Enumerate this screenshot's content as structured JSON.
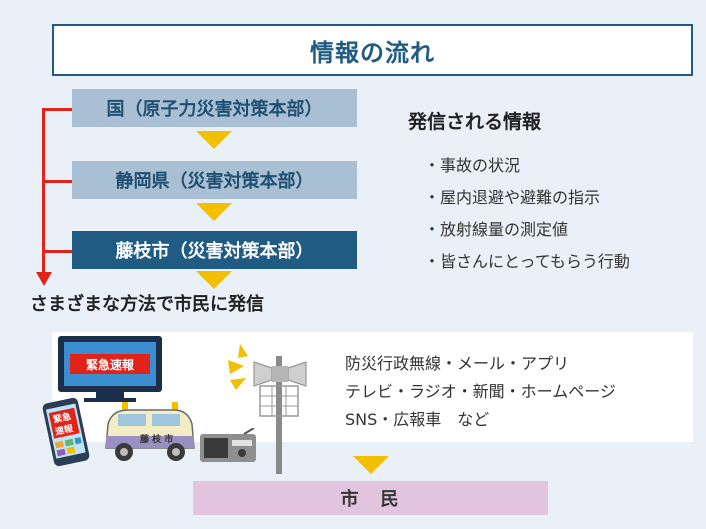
{
  "title": "情報の流れ",
  "flow": {
    "national": "国（原子力災害対策本部）",
    "prefecture": "静岡県（災害対策本部）",
    "city": "藤枝市（災害対策本部）"
  },
  "info": {
    "heading": "発信される情報",
    "items": [
      "・事故の状況",
      "・屋内退避や避難の指示",
      "・放射線量の測定値",
      "・皆さんにとってもらう行動"
    ]
  },
  "broadcast_label": "さまざまな方法で市民に発信",
  "media": {
    "lines": [
      "防災行政無線・メール・アプリ",
      "テレビ・ラジオ・新聞・ホームページ",
      "SNS・広報車　など"
    ],
    "tv_text": "緊急速報",
    "phone_text_1": "緊急",
    "phone_text_2": "速報",
    "car_text": "藤 枝 市"
  },
  "citizens": "市　民",
  "colors": {
    "navy": "#1f5b82",
    "light_blue": "#a9bfd3",
    "yellow": "#f2c000",
    "red": "#e2231a",
    "pink": "#e3c4df",
    "background": "#eaf0f7"
  }
}
